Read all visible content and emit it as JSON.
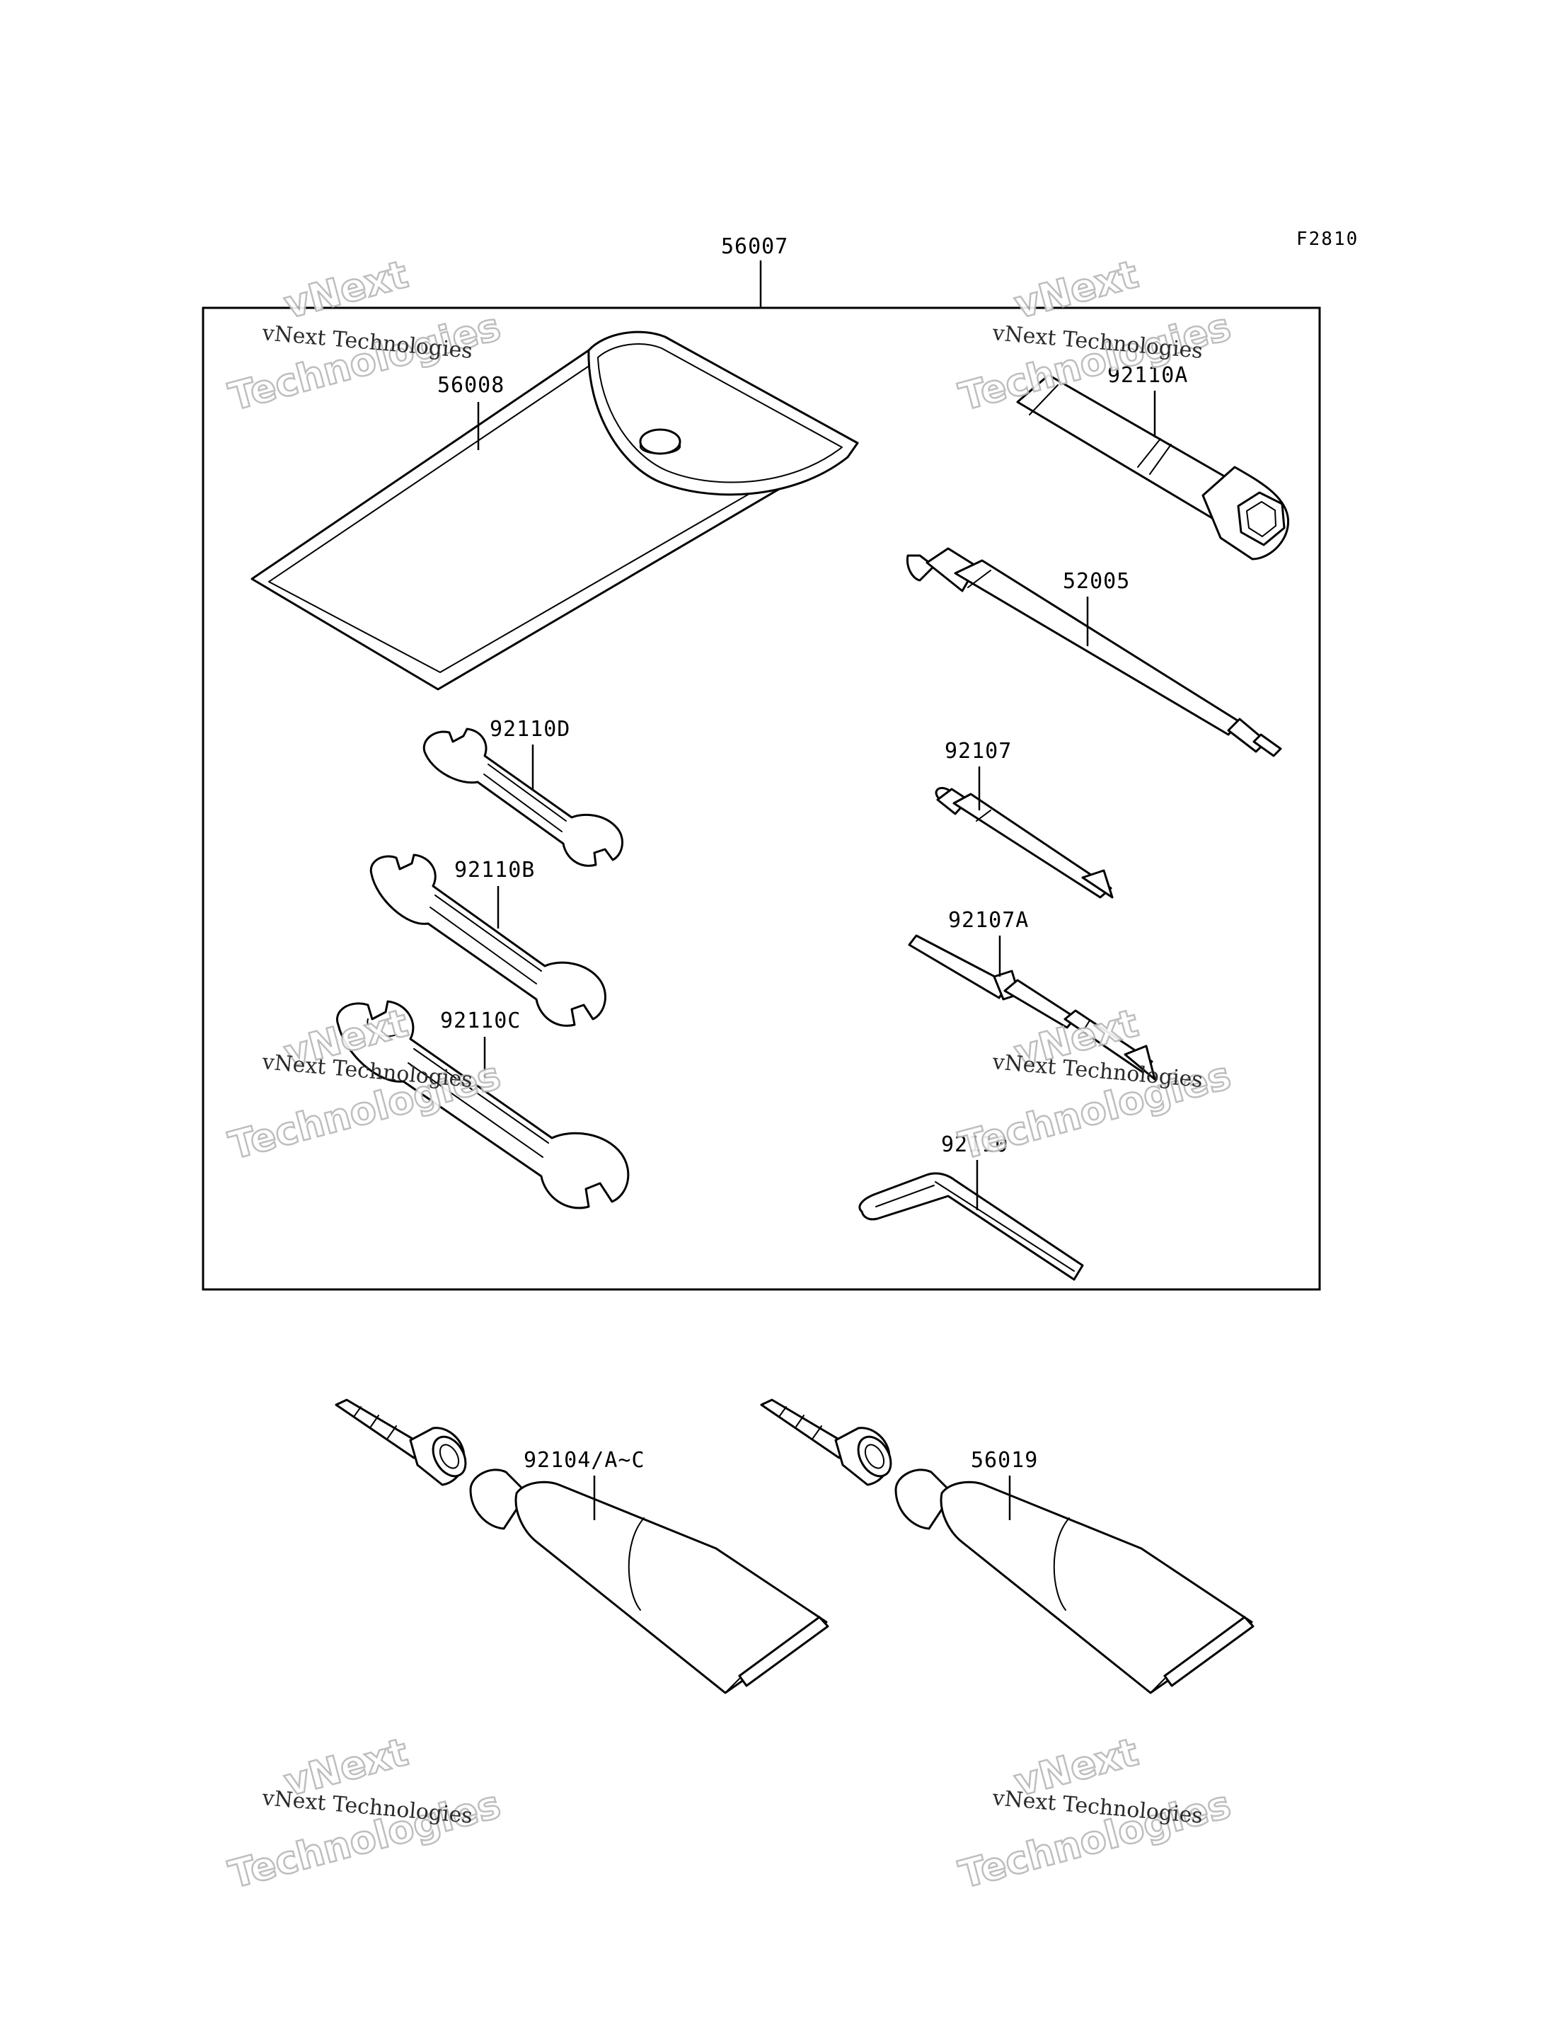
{
  "diagram": {
    "ref_code": "F2810",
    "parts": {
      "kit": "56007",
      "case": "56008",
      "plug_wrench": "92110A",
      "screwdriver_handle": "52005",
      "driver_phillips": "92107",
      "driver_flat": "92107A",
      "wrench_small": "92110D",
      "wrench_medium": "92110B",
      "wrench_large": "92110C",
      "hex_wrench": "92110",
      "grease_tube_a": "92104/A~C",
      "grease_tube_b": "56019"
    },
    "watermark": {
      "line_small": "vNext Technologies",
      "word_a": "vNext",
      "word_b": "Technologies"
    }
  }
}
